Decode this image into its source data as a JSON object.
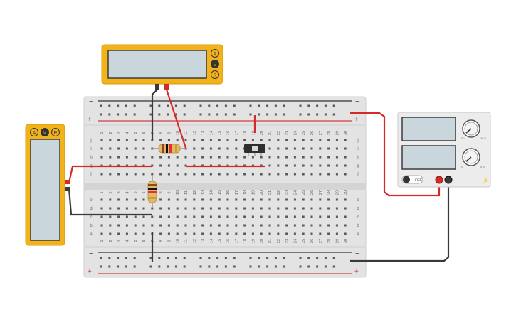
{
  "breadboard": {
    "columns": [
      "1",
      "2",
      "3",
      "4",
      "5",
      "6",
      "7",
      "8",
      "9",
      "10",
      "11",
      "12",
      "13",
      "14",
      "15",
      "16",
      "17",
      "18",
      "19",
      "20",
      "21",
      "22",
      "23",
      "24",
      "25",
      "26",
      "27",
      "28",
      "29",
      "30"
    ],
    "top_rows": [
      "j",
      "i",
      "h",
      "g",
      "f"
    ],
    "bottom_rows": [
      "e",
      "d",
      "c",
      "b",
      "a"
    ],
    "rail_minus": "−",
    "rail_plus": "+"
  },
  "multimeter_top": {
    "display": "",
    "mode_buttons": [
      "A",
      "V",
      "R"
    ]
  },
  "multimeter_left": {
    "display": "",
    "mode_buttons": [
      "A",
      "V",
      "R"
    ]
  },
  "power_supply": {
    "display_voltage": "",
    "display_current": "",
    "knob1_label": "0 V",
    "knob1_max": "30 V",
    "knob2_label": "0",
    "knob2_max": "5 A",
    "off_label": "OFF"
  },
  "colors": {
    "wire_red": "#d42a2a",
    "wire_black": "#3a3a3a",
    "multimeter_body": "#f2b21b",
    "multimeter_screen": "#c9d6dc",
    "breadboard": "#e6e6e6",
    "rail_red": "#d43b3b",
    "rail_black": "#333333"
  }
}
